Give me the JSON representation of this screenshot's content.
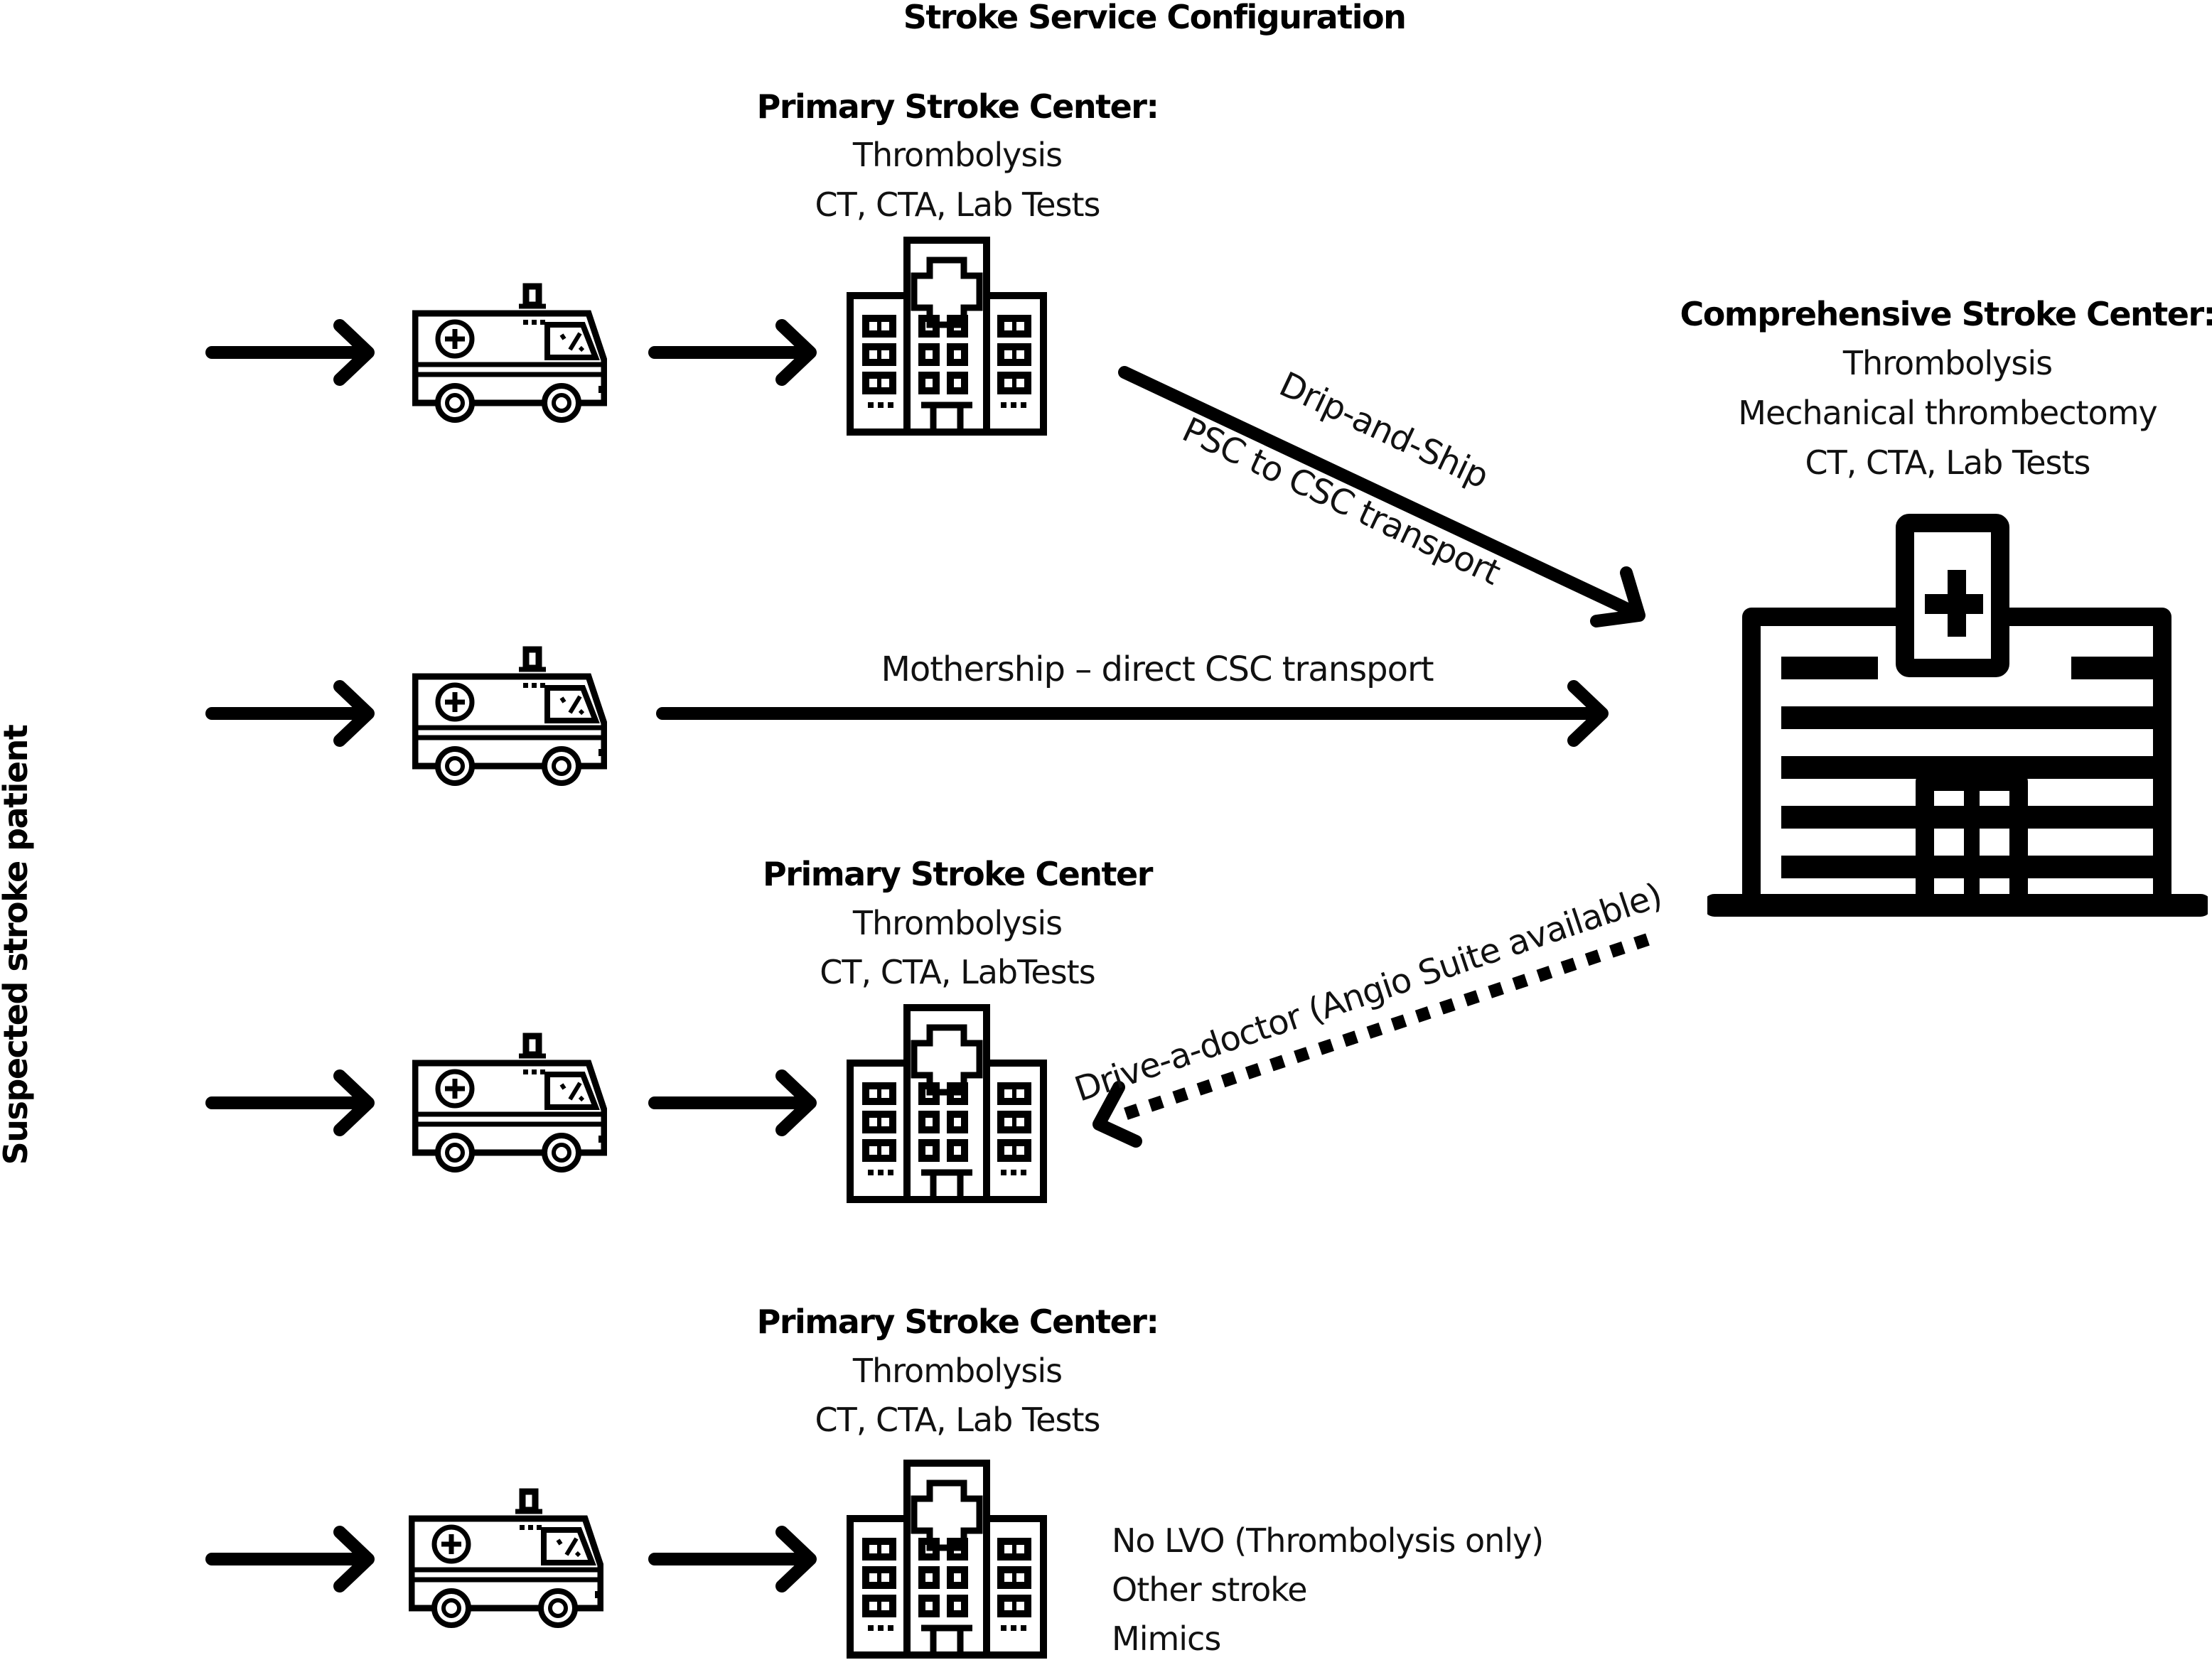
{
  "title": "Stroke Service Configuration",
  "y_axis_label": "Suspected stroke patient",
  "colors": {
    "ink": "#000000",
    "background": "#ffffff"
  },
  "icons": {
    "patient_arrow": "right-arrow-icon",
    "ambulance": "ambulance-icon",
    "primary_center": "hospital-building-icon",
    "comprehensive_center": "large-hospital-icon"
  },
  "rows": [
    {
      "center": {
        "title": "Primary Stroke Center:",
        "lines": [
          "Thrombolysis",
          "CT, CTA, Lab Tests"
        ]
      }
    },
    {
      "center": null
    },
    {
      "center": {
        "title": "Primary Stroke Center",
        "lines": [
          "Thrombolysis",
          "CT, CTA, LabTests"
        ]
      }
    },
    {
      "center": {
        "title": "Primary Stroke Center:",
        "lines": [
          "Thrombolysis",
          "CT, CTA, Lab Tests"
        ]
      },
      "outcomes": [
        "No LVO (Thrombolysis only)",
        "Other stroke",
        "Mimics"
      ]
    }
  ],
  "comprehensive_center": {
    "title": "Comprehensive Stroke Center:",
    "lines": [
      "Thrombolysis",
      "Mechanical thrombectomy",
      "CT, CTA, Lab Tests"
    ]
  },
  "pathways": {
    "drip_and_ship": {
      "label": "Drip-and-Ship",
      "sublabel": "PSC to CSC transport",
      "style": "solid"
    },
    "mothership": {
      "label": "Mothership – direct CSC transport",
      "style": "solid"
    },
    "drive_a_doctor": {
      "label": "Drive-a-doctor (Angio Suite available)",
      "style": "dashed"
    }
  }
}
